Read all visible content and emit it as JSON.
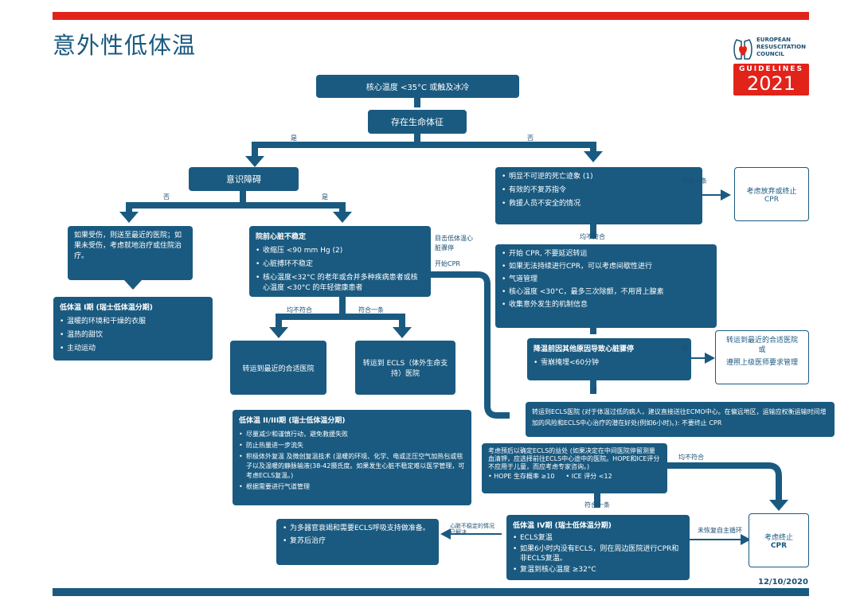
{
  "title": "意外性低体温",
  "logo": {
    "line1": "EUROPEAN",
    "line2": "RESUSCITATION",
    "line3": "COUNCIL",
    "guidelines": "GUIDELINES",
    "year": "2021"
  },
  "date": "12/10/2020",
  "colors": {
    "accent": "#e2231a",
    "primary": "#1a5a80"
  },
  "nodes": {
    "core_temp": "核心温度 <35°C 或触及冰冷",
    "signs_of_life": "存在生命体征",
    "impaired_consciousness": "意识障碍",
    "injured_text": "如果受伤，则送至最近的医院；如果未受伤，考虑就地治疗或住院治疗。",
    "stage1": {
      "title": "低体温 I期 (瑞士低体温分期)",
      "items": [
        "温暖的环境和干燥的衣服",
        "温热的甜饮",
        "主动运动"
      ]
    },
    "prehospital": {
      "title": "院前心脏不稳定",
      "items": [
        "收缩压 <90 mm Hg (2)",
        "心脏搏环不稳定",
        "核心温度<32°C 的老年或合并多种疾病患者或核心温度 <30°C 的年轻健康患者"
      ]
    },
    "nearest_hospital": "转运到最近的合适医院",
    "ecls_hospital": "转运到 ECLS（体外生命支持）医院",
    "stage23": {
      "title": "低体温 II/III期 (瑞士低体温分期)",
      "items": [
        "尽量减少和谨慎行动，避免救援失败",
        "防止热量进一步流失",
        "积极体外复温 及微创复温技术 (温暖的环境、化学、电或正压空气加热包或毯子以及温暖的静脉输液(38-42摄氏度。如果发生心脏不稳定难以医学管理，可考虑ECLS复温。)",
        "根据需要进行气道管理"
      ]
    },
    "death_signs": {
      "items": [
        "明显不可逆的死亡迹象 (1)",
        "有效的不复苏指令",
        "救援人员不安全的情况"
      ]
    },
    "consider_stop_cpr1": "考虑放弃或终止CPR",
    "cpr_box": {
      "items": [
        "开始 CPR, 不要延迟转运",
        "如果无法持续进行CPR，可以考虑间歇性进行",
        "气道管理",
        "核心温度 <30°C，最多三次除颤，不用肾上腺素",
        "收集意外发生的机制信息"
      ]
    },
    "other_causes": {
      "title": "降温前因其他原因导致心脏骤停",
      "items": [
        "雪崩掩埋<60分钟"
      ]
    },
    "nearest_or_protocol": {
      "line1": "转运到最近的合适医院",
      "line2": "或",
      "line3": "遵照上级医师要求管理"
    },
    "transport_ecls": "转运到ECLS医院 (对于体温过低的病人，建议直接送往ECMO中心。在偏远地区，运输应权衡运输时间增加的风险和ECLS中心治疗的潜在好处(例如6小时)。): 不要终止 CPR",
    "prognosis": {
      "text": "考虑预后以确定ECLS的益处 (如果决定在中间医院停留测量血清钾，应选择前往ECLS中心途中的医院。HOPE和ICE评分不应用于儿童，而应考虑专家咨询。)",
      "hope": "HOPE 生存概率 ≥10",
      "ice": "ICE 评分 <12"
    },
    "stage4": {
      "title": "低体温 IV期 (瑞士低体温分期)",
      "items": [
        "ECLS复温",
        "如果6小时内没有ECLS，则在周边医院进行CPR和非ECLS复温。",
        "复温到核心温度 ≥32°C"
      ]
    },
    "multi_organ": {
      "items": [
        "为多器官衰竭和需要ECLS呼吸支持做准备。",
        "复苏后治疗"
      ]
    },
    "consider_stop_cpr2": {
      "line1": "考虑终止",
      "line2": "CPR"
    }
  },
  "labels": {
    "yes": "是",
    "no": "否",
    "none": "均不符合",
    "any_one": "符合一条",
    "witnessed_arrest": "目击低体温心脏骤停",
    "start_cpr": "开始CPR",
    "no_rosc": "未恢复自主循环",
    "unstable_resolved": "心脏不稳定的情况已解决"
  }
}
